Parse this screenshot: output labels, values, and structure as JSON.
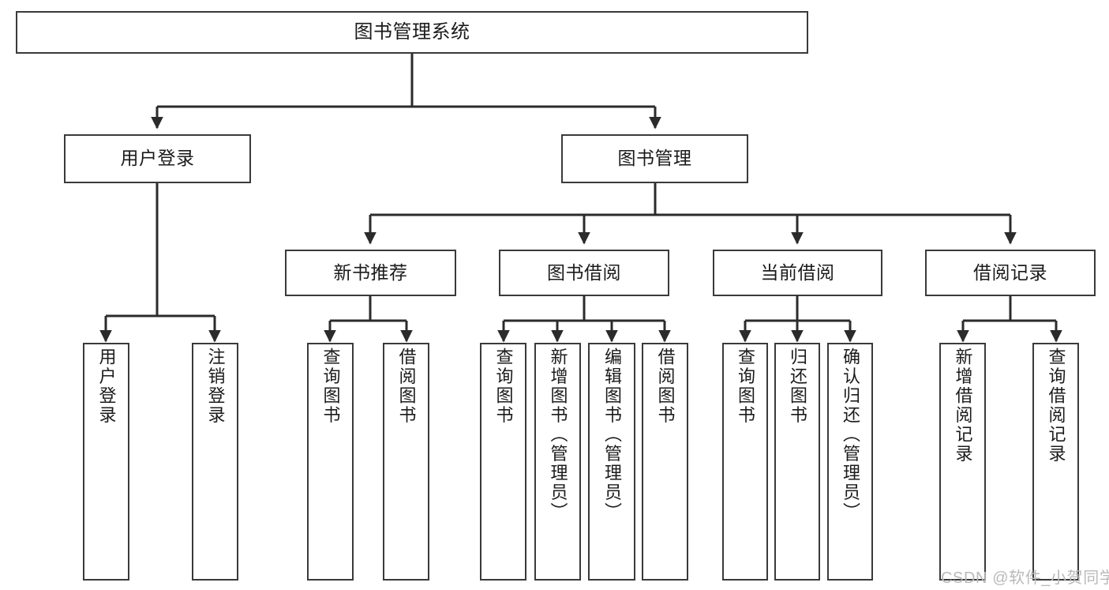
{
  "diagram": {
    "title": "图书管理系统",
    "type": "hierarchy-tree",
    "colors": {
      "box_border": "#3a3a3a",
      "box_fill": "#ffffff",
      "connector": "#2b2b2b",
      "text": "#1b1b1b",
      "watermark": "#b9b9b9"
    },
    "levels": {
      "root": {
        "label": "图书管理系统"
      },
      "level2": [
        {
          "label": "用户登录"
        },
        {
          "label": "图书管理"
        }
      ],
      "level3": [
        {
          "label": "新书推荐"
        },
        {
          "label": "图书借阅"
        },
        {
          "label": "当前借阅"
        },
        {
          "label": "借阅记录"
        }
      ],
      "leaves": {
        "user_login": [
          {
            "label": "用户登录"
          },
          {
            "label": "注销登录"
          }
        ],
        "new_book_recommend": [
          {
            "label": "查询图书"
          },
          {
            "label": "借阅图书"
          }
        ],
        "book_borrow": [
          {
            "label": "查询图书"
          },
          {
            "label": "新增图书（管理员）"
          },
          {
            "label": "编辑图书（管理员）"
          },
          {
            "label": "借阅图书"
          }
        ],
        "current_borrow": [
          {
            "label": "查询图书"
          },
          {
            "label": "归还图书"
          },
          {
            "label": "确认归还（管理员）"
          }
        ],
        "borrow_record": [
          {
            "label": "新增借阅记录"
          },
          {
            "label": "查询借阅记录"
          }
        ]
      }
    }
  },
  "watermark": {
    "text": "CSDN @软件_小贺同学"
  }
}
